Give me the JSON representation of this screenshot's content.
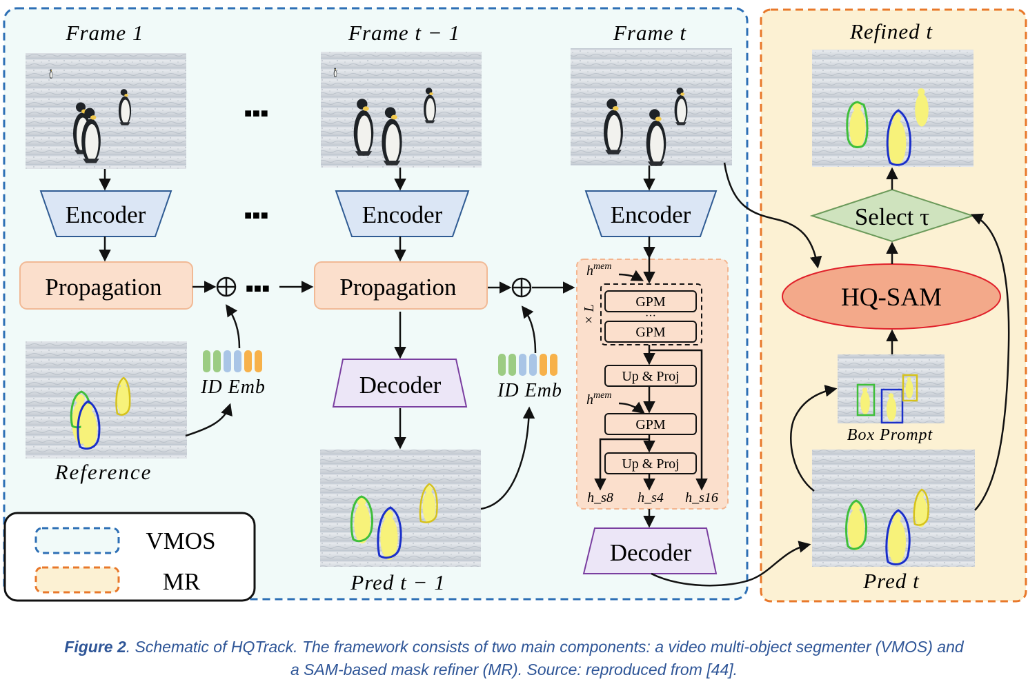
{
  "colors": {
    "vmos_border": "#2d6fb5",
    "vmos_fill": "#f1faf9",
    "mr_border": "#e8782a",
    "mr_fill": "#fcf1d3",
    "encoder_fill": "#dbe6f5",
    "encoder_stroke": "#2f5b93",
    "propagation_fill": "#fbdfcc",
    "propagation_stroke": "#f1b995",
    "decoder_fill": "#ece6f7",
    "decoder_stroke": "#7a3ea0",
    "hqsam_fill": "#f3a98a",
    "hqsam_stroke": "#e0202a",
    "select_fill": "#cfe3be",
    "select_stroke": "#6b9a5a",
    "gpm_panel_fill": "#fbdfcc",
    "gpm_panel_stroke": "#f3b48e",
    "id_emb_bars": [
      "#9ccc83",
      "#9ccc83",
      "#a9c5e6",
      "#a9c5e6",
      "#f7b14a",
      "#f7b14a"
    ]
  },
  "frames": {
    "frame1": "Frame 1",
    "frame_t_minus_1": "Frame t − 1",
    "frame_t": "Frame t",
    "refined_t": "Refined t",
    "reference": "Reference",
    "pred_t_minus_1": "Pred t − 1",
    "pred_t": "Pred t",
    "box_prompt": "Box Prompt"
  },
  "blocks": {
    "encoder": "Encoder",
    "propagation": "Propagation",
    "decoder": "Decoder",
    "hq_sam": "HQ-SAM",
    "select": "Select τ",
    "id_emb": "ID Emb",
    "ellipsis": "■■■"
  },
  "gpm_detail": {
    "h_mem": "h",
    "h_mem_sup": "mem",
    "times_l": "× L",
    "gpm": "GPM",
    "dots": "···",
    "up_proj": "Up & Proj",
    "outputs": [
      "h_s8",
      "h_s4",
      "h_s16"
    ]
  },
  "legend": {
    "vmos": "VMOS",
    "mr": "MR"
  },
  "caption": {
    "label": "Figure 2",
    "text": ". Schematic of HQTrack. The framework consists of two main components: a video multi-object segmenter (VMOS) and",
    "text2": "a SAM-based mask refiner (MR). Source: reproduced from [44]."
  }
}
